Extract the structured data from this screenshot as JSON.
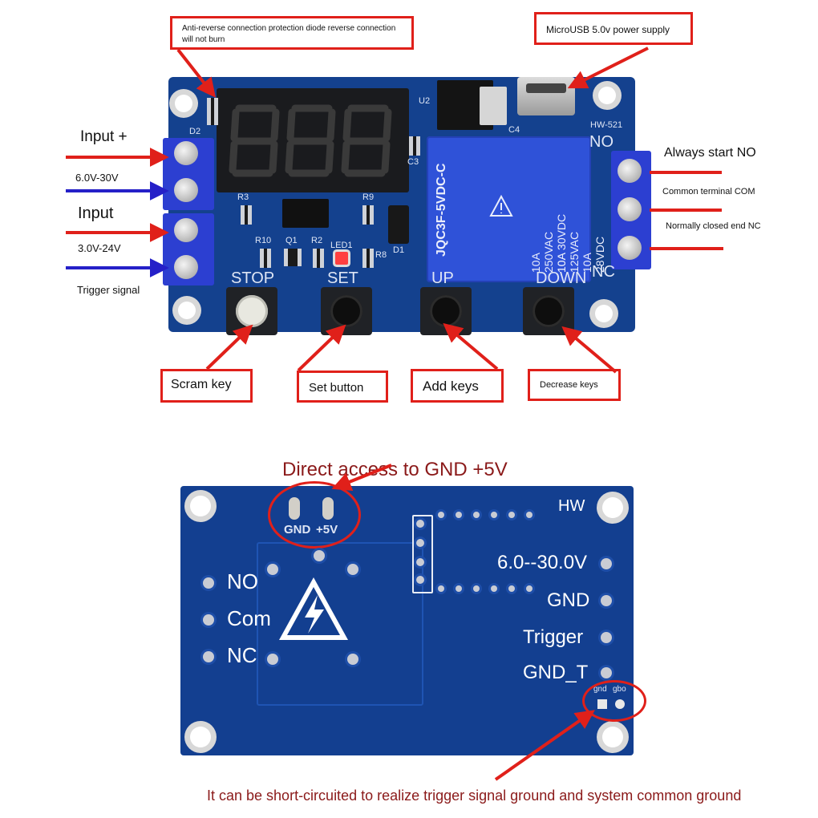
{
  "colors": {
    "callout_border": "#e0201a",
    "arrow_red": "#e0201a",
    "arrow_blue": "#2520c8",
    "pcb_blue": "#14418e",
    "relay_blue": "#2f52d8",
    "bottom_title": "#8b1a1a"
  },
  "top_board": {
    "callouts": {
      "anti_reverse": "Anti-reverse connection protection diode reverse connection will not burn",
      "microusb": "MicroUSB 5.0v power supply",
      "scram": "Scram key",
      "set": "Set button",
      "add": "Add keys",
      "decrease": "Decrease keys"
    },
    "left_labels": {
      "input_plus": "Input +",
      "range_1": "6.0V-30V",
      "input": "Input",
      "range_2": "3.0V-24V",
      "trigger": "Trigger signal"
    },
    "right_labels": {
      "no": "Always start NO",
      "com": "Common terminal COM",
      "nc": "Normally closed end NC"
    },
    "silkscreen": {
      "buttons": [
        "STOP",
        "SET",
        "UP",
        "DOWN"
      ],
      "model": "HW-521",
      "d2": "D2",
      "u2": "U2",
      "c3": "C3",
      "c4": "C4",
      "r3": "R3",
      "r9": "R9",
      "r10": "R10",
      "q1": "Q1",
      "r2": "R2",
      "led1": "LED1",
      "r8": "R8",
      "d1": "D1",
      "no": "NO",
      "nc": "NC",
      "relay_model": "JQC3F-5VDC-C",
      "relay_rating_1": "10A 250VAC 10A 30VDC",
      "relay_rating_2": "10A 125VAC 10A 28VDC"
    }
  },
  "bottom_board": {
    "title": "Direct access to GND +5V",
    "pads": {
      "gnd": "GND",
      "plus5v": "+5V"
    },
    "left_terminals": [
      "NO",
      "Com",
      "NC"
    ],
    "right_terminals": [
      "6.0--30.0V",
      "GND",
      "Trigger",
      "GND_T"
    ],
    "hw": "HW",
    "small_pads": {
      "gnd": "gnd",
      "gbo": "gbo"
    },
    "footer": "It can be short-circuited to realize trigger signal ground and system common ground"
  }
}
